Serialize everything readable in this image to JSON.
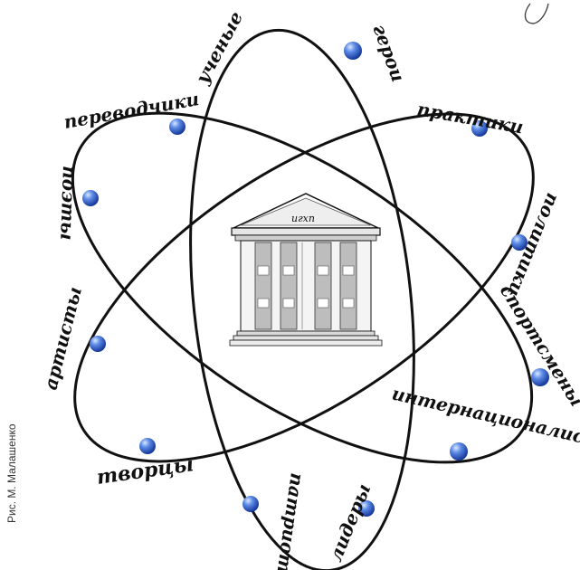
{
  "credit": "Рис. М. Малашенко",
  "building_label": "игхп",
  "words": {
    "uchenye": "ученые",
    "geroi": "герои",
    "perevodchiki": "переводчики",
    "praktiki": "практики",
    "poety": "поэты",
    "politiki": "политики",
    "artisty": "артисты",
    "sportsmeny": "спортсмены",
    "tvortsy": "творцы",
    "patrioty": "патриоты",
    "lidery": "лидеры",
    "internatsionalisty": "интернационалисты"
  },
  "colors": {
    "orbit": "#111111",
    "electron": "#3d6fd6",
    "building_fill": "#cfcfcf"
  }
}
